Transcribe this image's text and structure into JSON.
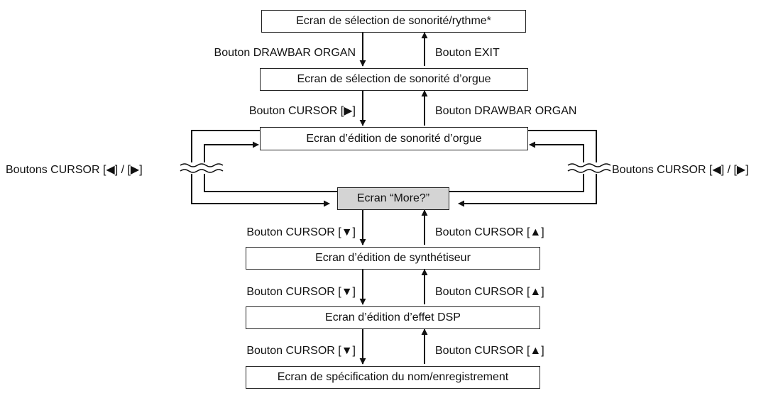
{
  "screens": {
    "s1": "Ecran de sélection de sonorité/rythme*",
    "s2": "Ecran de sélection de sonorité d’orgue",
    "s3": "Ecran d’édition de sonorité d’orgue",
    "s4": "Ecran “More?”",
    "s5": "Ecran d’édition de synthétiseur",
    "s6": "Ecran d’édition d’effet DSP",
    "s7": "Ecran de spécification du nom/enregistrement"
  },
  "labels": {
    "drawbar_organ_down": "Bouton DRAWBAR ORGAN",
    "exit_up": "Bouton EXIT",
    "cursor_right_down": "Bouton CURSOR [▶]",
    "drawbar_organ_up": "Bouton DRAWBAR ORGAN",
    "loop_left": "Boutons CURSOR [◀] / [▶]",
    "loop_right": "Boutons CURSOR [◀] / [▶]",
    "down_1": "Bouton CURSOR [▼]",
    "up_1": "Bouton CURSOR [▲]",
    "down_2": "Bouton CURSOR [▼]",
    "up_2": "Bouton CURSOR [▲]",
    "down_3": "Bouton CURSOR [▼]",
    "up_3": "Bouton CURSOR [▲]"
  }
}
